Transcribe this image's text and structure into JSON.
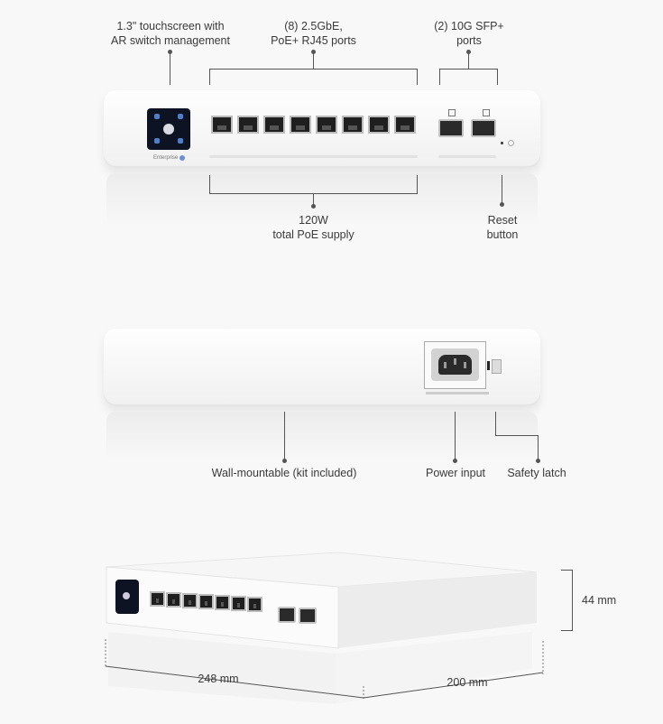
{
  "front": {
    "touchscreen_label_l1": "1.3\" touchscreen with",
    "touchscreen_label_l2": "AR switch management",
    "rj45_label_l1": "(8) 2.5GbE,",
    "rj45_label_l2": "PoE+ RJ45 ports",
    "sfp_label_l1": "(2) 10G SFP+",
    "sfp_label_l2": "ports",
    "poe_label_l1": "120W",
    "poe_label_l2": "total PoE supply",
    "reset_label_l1": "Reset",
    "reset_label_l2": "button",
    "brand": "Enterprise"
  },
  "rear": {
    "wall_label": "Wall-mountable (kit included)",
    "power_label": "Power input",
    "latch_label": "Safety latch"
  },
  "dimensions": {
    "height": "44 mm",
    "width": "248 mm",
    "depth": "200 mm"
  }
}
